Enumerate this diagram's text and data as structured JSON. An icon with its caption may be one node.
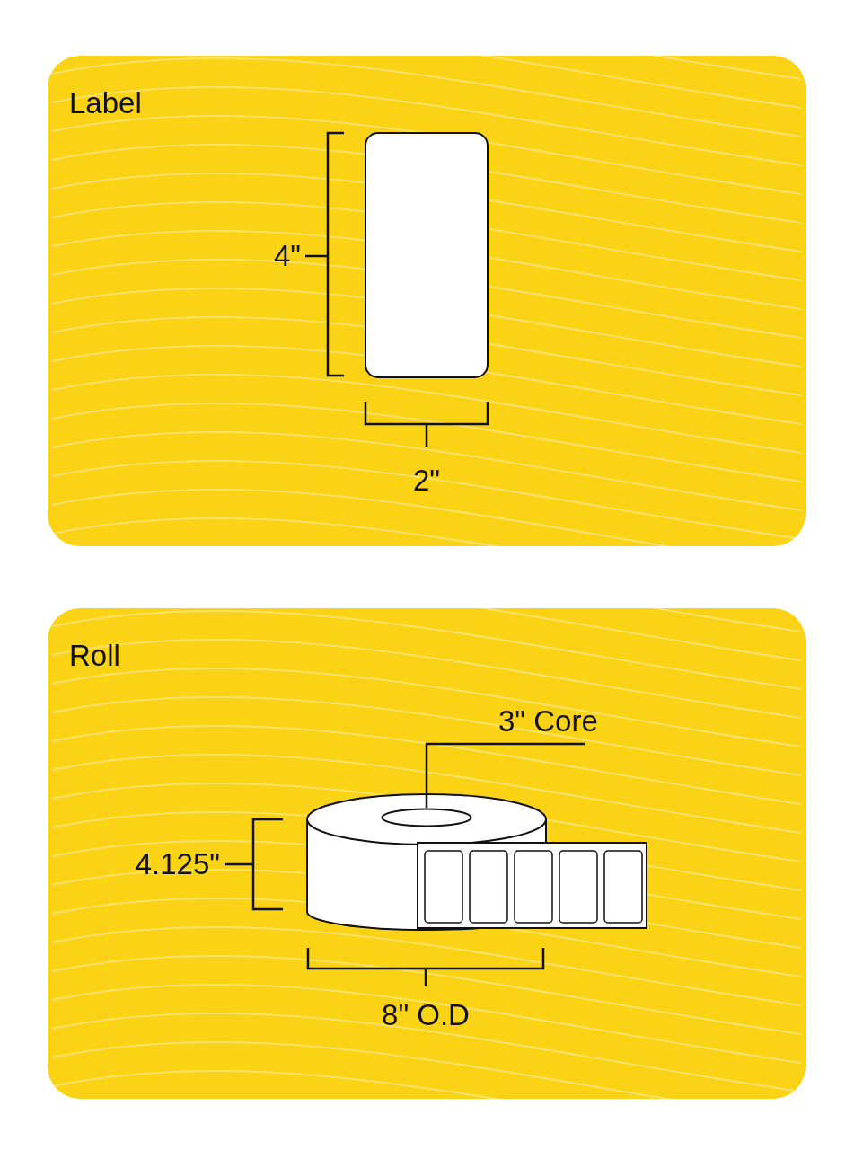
{
  "diagram": {
    "nodes": [
      {
        "text": [
          "Label"
        ]
      },
      {
        "text": [
          "Roll"
        ]
      },
      {
        "text": [
          "3\" Core"
        ],
        "in": 1
      },
      {
        "text": [],
        "shape": "ellipse",
        "in": 1
      }
    ],
    "edges": [
      {
        "from": 2,
        "to": 3,
        "arrow": "none"
      }
    ],
    "labels": [
      "4\"",
      "2\"",
      "4.125\"",
      "8\" O.D"
    ]
  }
}
